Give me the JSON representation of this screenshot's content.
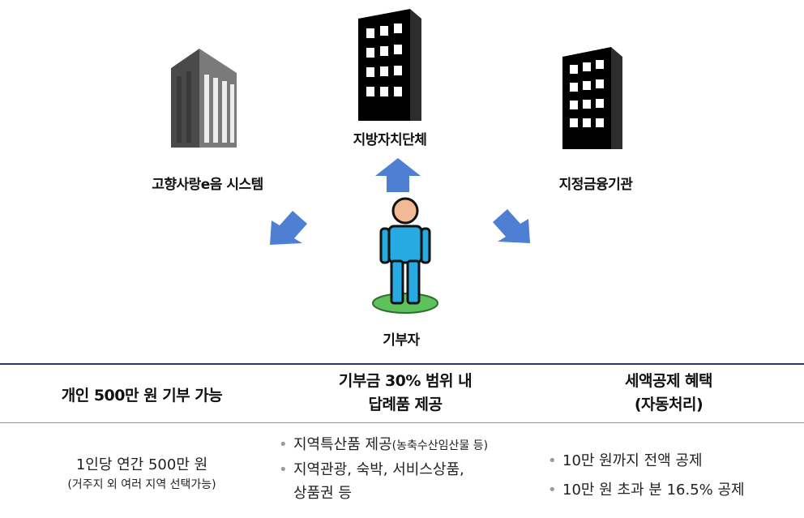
{
  "diagram": {
    "nodes": {
      "system": {
        "label": "고향사랑e음 시스템",
        "icon": "office-building-icon"
      },
      "local_gov": {
        "label": "지방자치단체",
        "icon": "office-building-icon"
      },
      "bank": {
        "label": "지정금융기관",
        "icon": "office-building-icon"
      },
      "donor": {
        "label": "기부자",
        "icon": "person-icon"
      }
    },
    "arrow_color": "#4f7fd3"
  },
  "table": {
    "columns": [
      {
        "header_line1": "개인 500만 원 기부 가능",
        "header_line2": ""
      },
      {
        "header_line1": "기부금 30% 범위 내",
        "header_line2": "답례품 제공"
      },
      {
        "header_line1": "세액공제 혜택",
        "header_line2": "(자동처리)"
      }
    ],
    "col1": {
      "main": "1인당 연간 500만 원",
      "sub": "(거주지 외 여러 지역 선택가능)"
    },
    "col2": {
      "item1_main": "지역특산품 제공",
      "item1_sub": "(농축수산임산물 등)",
      "item2_line1": "지역관광, 숙박, 서비스상품,",
      "item2_line2": "상품권 등"
    },
    "col3": {
      "item1": "10만 원까지 전액 공제",
      "item2": "10만 원 초과 분 16.5% 공제"
    },
    "bullet": "•",
    "rule_color": "#2a3c6b"
  }
}
